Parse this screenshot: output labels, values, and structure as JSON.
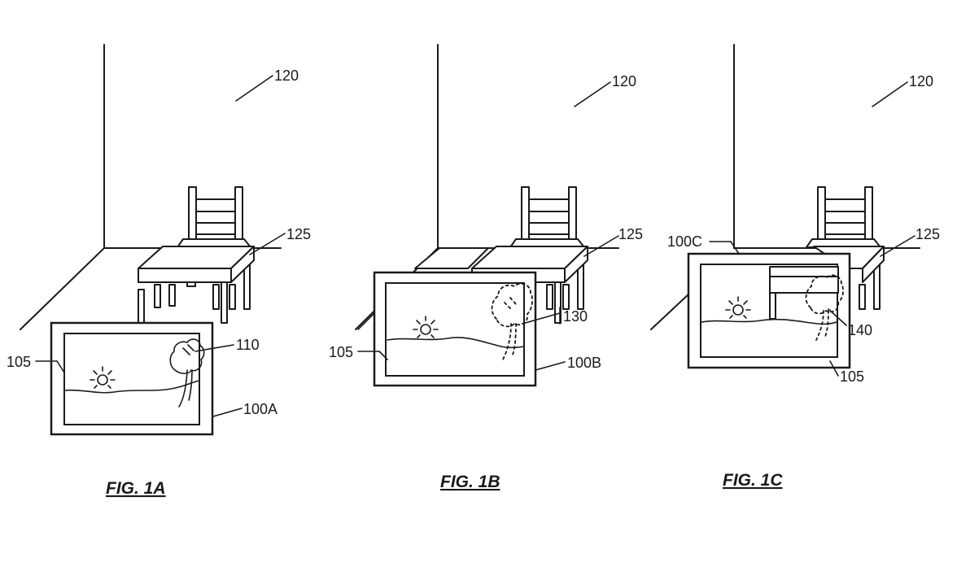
{
  "figures": [
    {
      "caption": "FIG. 1A",
      "labels": {
        "room": "120",
        "table": "125",
        "display": "105",
        "device": "100A",
        "object": "110"
      }
    },
    {
      "caption": "FIG. 1B",
      "labels": {
        "room": "120",
        "table": "125",
        "display": "105",
        "device": "100B",
        "object": "130"
      }
    },
    {
      "caption": "FIG. 1C",
      "labels": {
        "room": "120",
        "table": "125",
        "display": "105",
        "device": "100C",
        "object": "140"
      }
    }
  ]
}
